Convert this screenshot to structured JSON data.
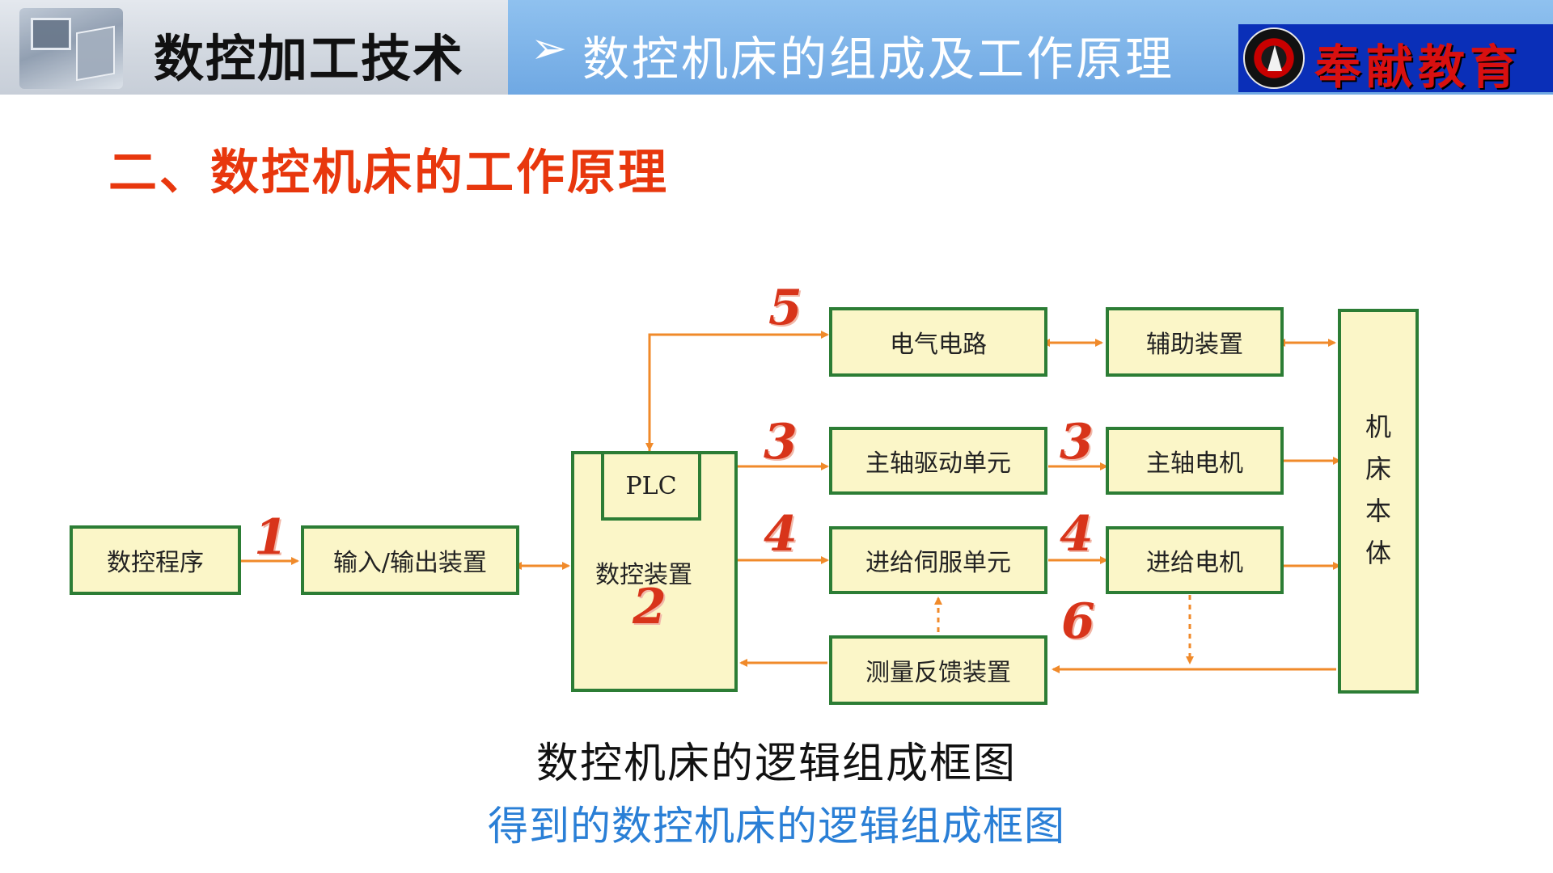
{
  "header": {
    "course_title": "数控加工技术",
    "arrow": "➢",
    "lesson_title": "数控机床的组成及工作原理",
    "brand_name": "奉献教育",
    "brand_color": "#0a2fb8"
  },
  "section_title": "二、数控机床的工作原理",
  "diagram": {
    "boxes": {
      "nc_program": "数控程序",
      "io_device": "输入/输出装置",
      "plc": "PLC",
      "cnc_device": "数控装置",
      "electrical_circuit": "电气电路",
      "auxiliary_device": "辅助装置",
      "spindle_drive": "主轴驱动单元",
      "spindle_motor": "主轴电机",
      "feed_servo": "进给伺服单元",
      "feed_motor": "进给电机",
      "feedback_device": "测量反馈装置",
      "machine_body": "机床本体"
    },
    "numbers": {
      "n1": "1",
      "n2": "2",
      "n3a": "3",
      "n3b": "3",
      "n4a": "4",
      "n4b": "4",
      "n5": "5",
      "n6": "6"
    },
    "colors": {
      "box_fill": "#fbf6c8",
      "box_border": "#2c7d35",
      "arrow": "#f08a2a",
      "number": "#d8341a"
    }
  },
  "caption": "数控机床的逻辑组成框图",
  "video_subtitle": "得到的数控机床的逻辑组成框图"
}
